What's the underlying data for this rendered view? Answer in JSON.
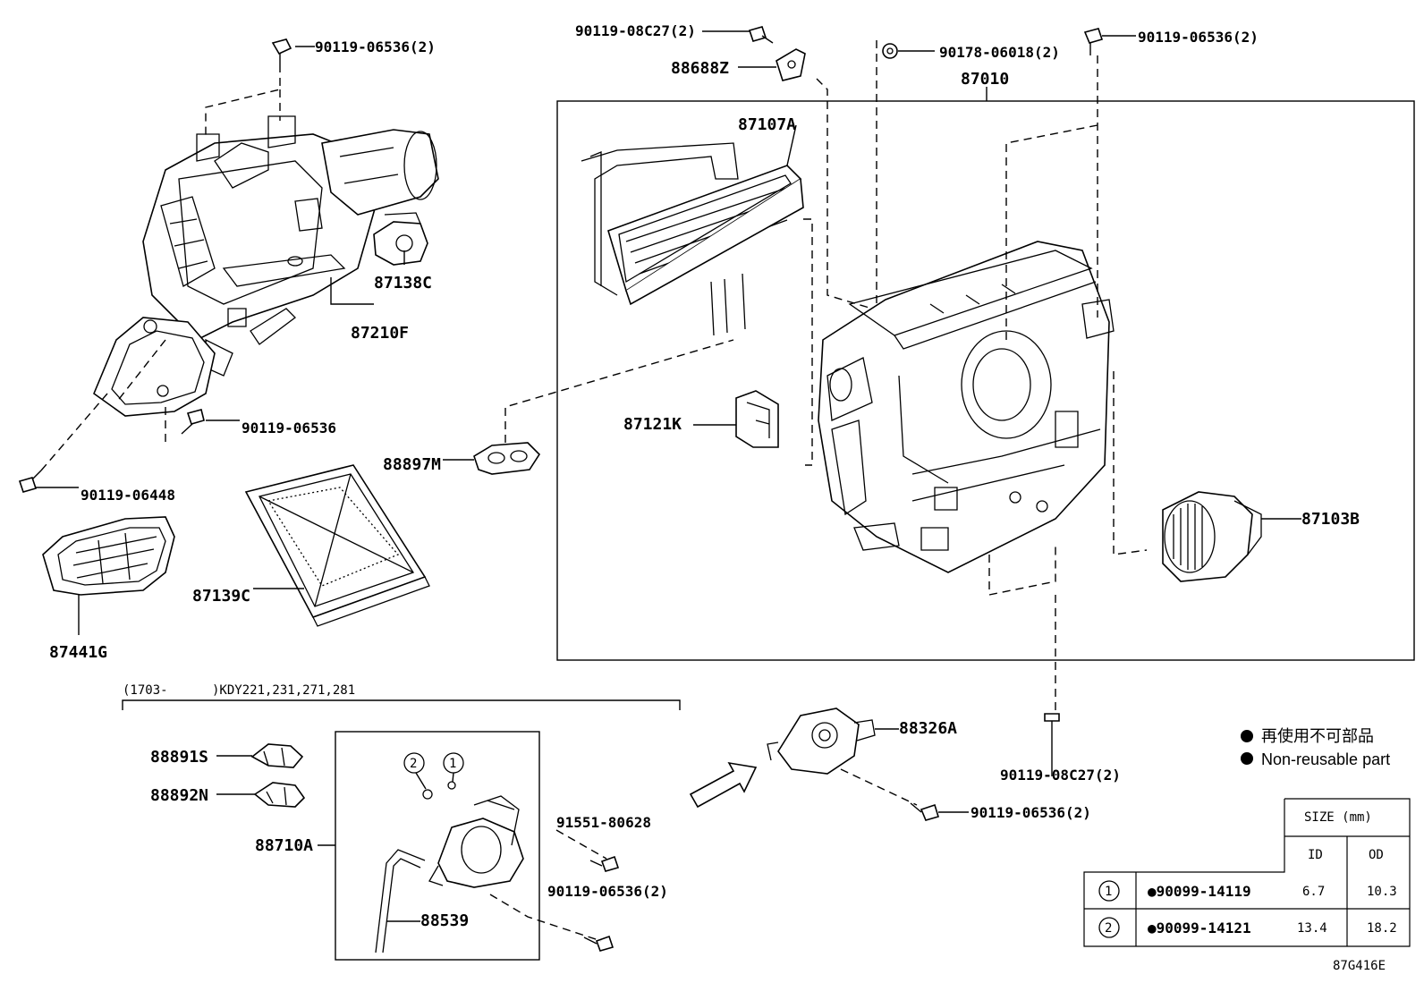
{
  "parts": {
    "p_90119_06536_2_top": "90119-06536(2)",
    "p_87138C": "87138C",
    "p_87210F": "87210F",
    "p_90119_06536": "90119-06536",
    "p_90119_06448": "90119-06448",
    "p_87441G": "87441G",
    "p_87139C": "87139C",
    "p_88897M": "88897M",
    "p_90119_08C27_2_top": "90119-08C27(2)",
    "p_88688Z": "88688Z",
    "p_90178_06018_2": "90178-06018(2)",
    "p_87010": "87010",
    "p_90119_06536_2_right": "90119-06536(2)",
    "p_87107A": "87107A",
    "p_87121K": "87121K",
    "p_87103B": "87103B",
    "p_88326A": "88326A",
    "p_90119_08C27_2_bottom": "90119-08C27(2)",
    "p_90119_06536_2_bottom": "90119-06536(2)",
    "p_88891S": "88891S",
    "p_88892N": "88892N",
    "p_88710A": "88710A",
    "p_91551_80628": "91551-80628",
    "p_90119_06536_2_sub": "90119-06536(2)",
    "p_88539": "88539"
  },
  "applicability": {
    "date_from": "(1703-",
    "models": ")KDY221,231,271,281"
  },
  "legend": {
    "jp": "再使用不可部品",
    "en": "Non-reusable part"
  },
  "size_table": {
    "header": "SIZE (mm)",
    "col_id": "ID",
    "col_od": "OD",
    "rows": [
      {
        "ref": "1",
        "part": "●90099-14119",
        "id": "6.7",
        "od": "10.3"
      },
      {
        "ref": "2",
        "part": "●90099-14121",
        "id": "13.4",
        "od": "18.2"
      }
    ]
  },
  "callouts": {
    "c1": "1",
    "c2": "2"
  },
  "drawing_id": "87G416E"
}
